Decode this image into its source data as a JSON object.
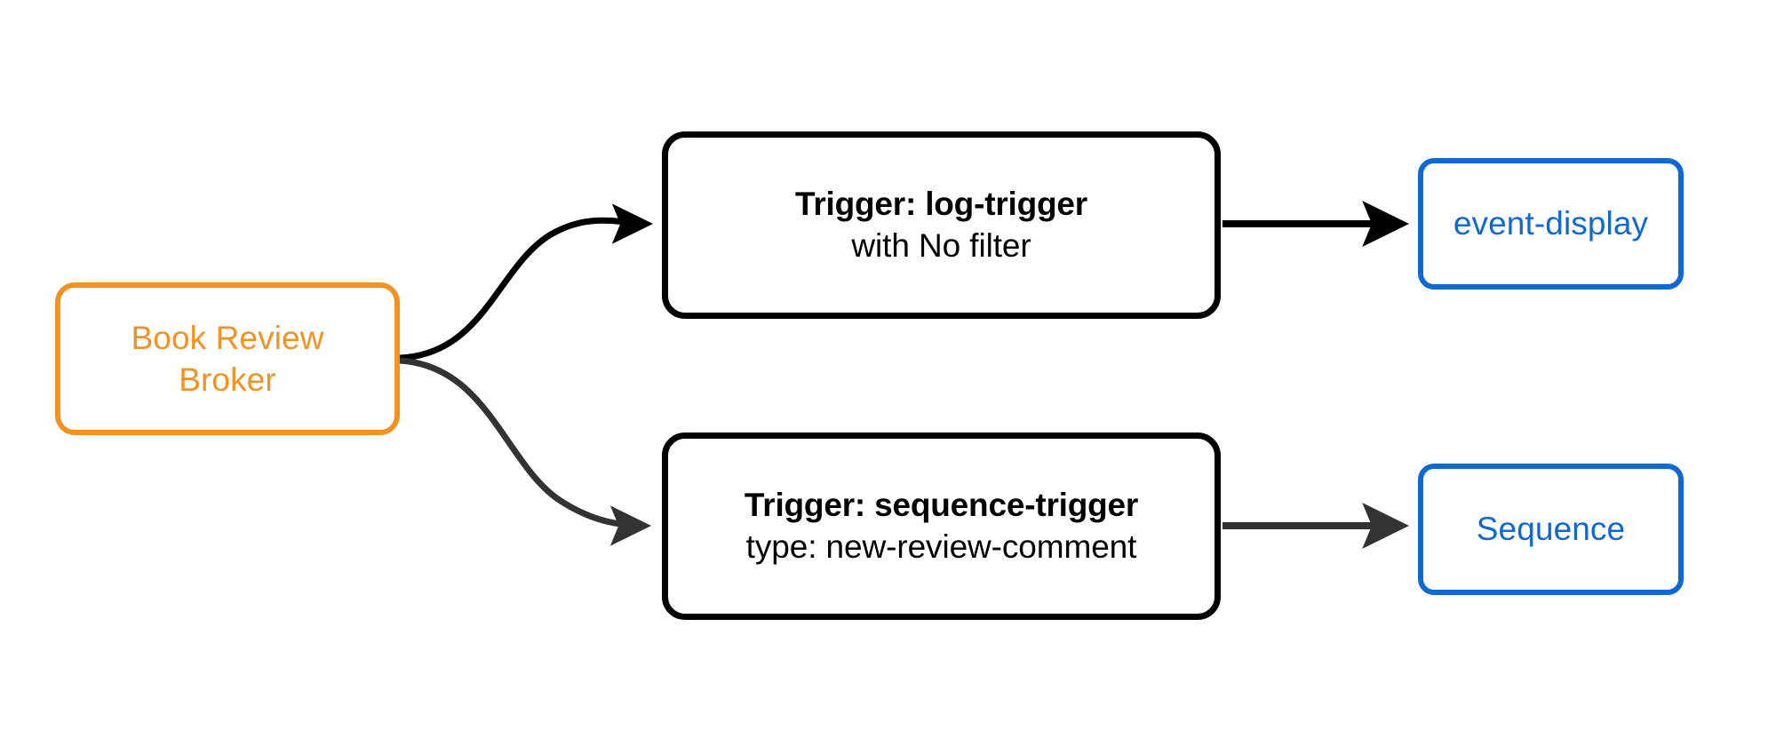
{
  "diagram": {
    "type": "flow",
    "background_color": "#ffffff",
    "colors": {
      "broker_stroke": "#F29222",
      "broker_text": "#F29222",
      "trigger_stroke": "#000000",
      "trigger_text": "#000000",
      "sink_stroke": "#1069D0",
      "sink_text": "#1069D0",
      "edge_black": "#000000",
      "edge_gray": "#333333"
    },
    "nodes": {
      "broker": {
        "id": "book-review-broker",
        "line1": "Book Review",
        "line2": "Broker"
      },
      "trigger_log": {
        "id": "log-trigger",
        "title": "Trigger: log-trigger",
        "subtitle": "with No filter"
      },
      "trigger_sequence": {
        "id": "sequence-trigger",
        "title": "Trigger: sequence-trigger",
        "subtitle": "type: new-review-comment"
      },
      "sink_event_display": {
        "id": "event-display",
        "label": "event-display"
      },
      "sink_sequence": {
        "id": "sequence",
        "label": "Sequence"
      }
    },
    "edges": [
      {
        "id": "broker-to-log-trigger",
        "from": "book-review-broker",
        "to": "log-trigger",
        "style": "curved",
        "color": "#000000"
      },
      {
        "id": "broker-to-sequence-trigger",
        "from": "book-review-broker",
        "to": "sequence-trigger",
        "style": "curved",
        "color": "#333333"
      },
      {
        "id": "log-trigger-to-event-display",
        "from": "log-trigger",
        "to": "event-display",
        "style": "straight",
        "color": "#000000"
      },
      {
        "id": "sequence-trigger-to-sequence",
        "from": "sequence-trigger",
        "to": "sequence",
        "style": "straight",
        "color": "#333333"
      }
    ]
  }
}
